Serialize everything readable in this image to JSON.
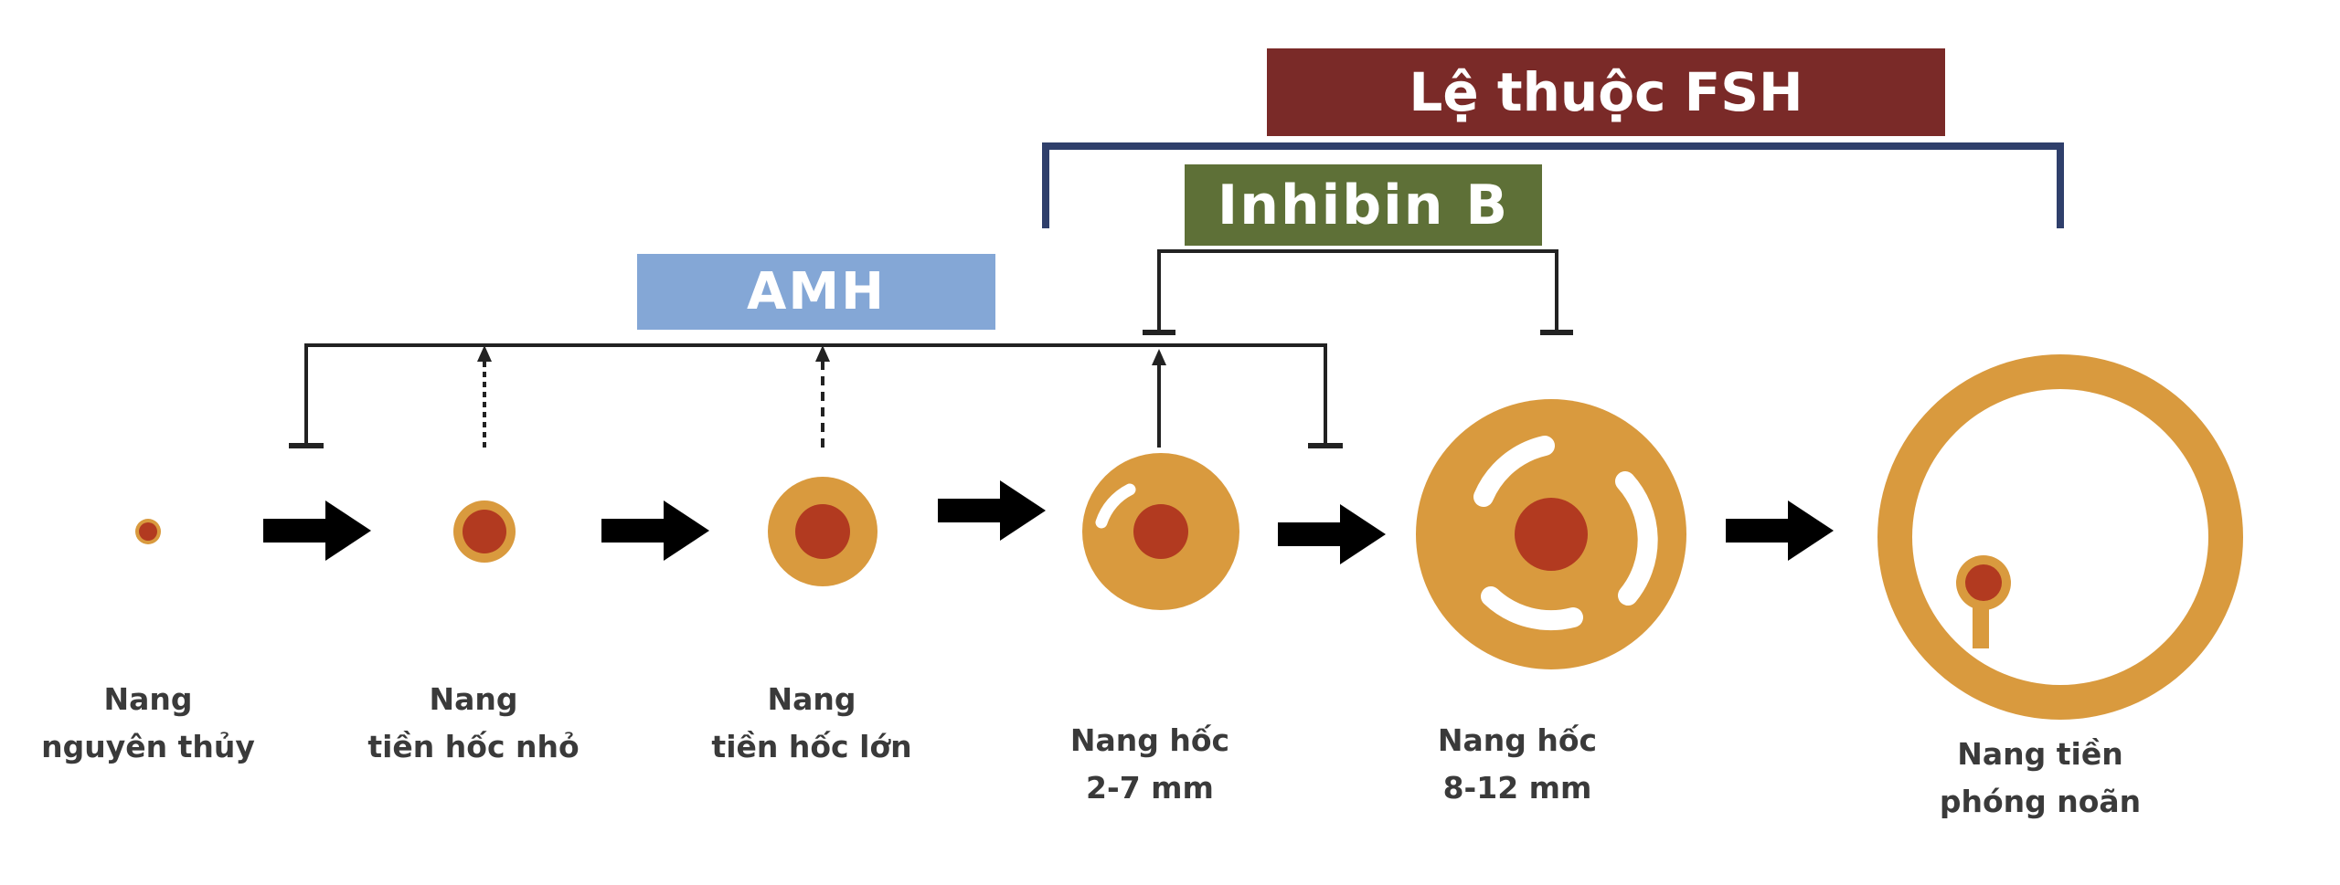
{
  "headers": {
    "fsh": "Lệ thuộc FSH",
    "inhibin": "Inhibin B",
    "amh": "AMH"
  },
  "stages": [
    {
      "line1": "Nang",
      "line2": "nguyên thủy"
    },
    {
      "line1": "Nang",
      "line2": "tiền hốc nhỏ"
    },
    {
      "line1": "Nang",
      "line2": "tiền hốc lớn"
    },
    {
      "line1": "Nang hốc",
      "line2": "2-7 mm"
    },
    {
      "line1": "Nang hốc",
      "line2": "8-12 mm"
    },
    {
      "line1": "Nang tiền",
      "line2": "phóng noãn"
    }
  ],
  "colors": {
    "fsh": "#7a2a28",
    "inhibin": "#5e7037",
    "amh": "#84a7d6",
    "follicle": "#d99a3e",
    "oocyte": "#b23a20",
    "bracket_fsh": "#2f3f6b",
    "line": "#222222"
  }
}
